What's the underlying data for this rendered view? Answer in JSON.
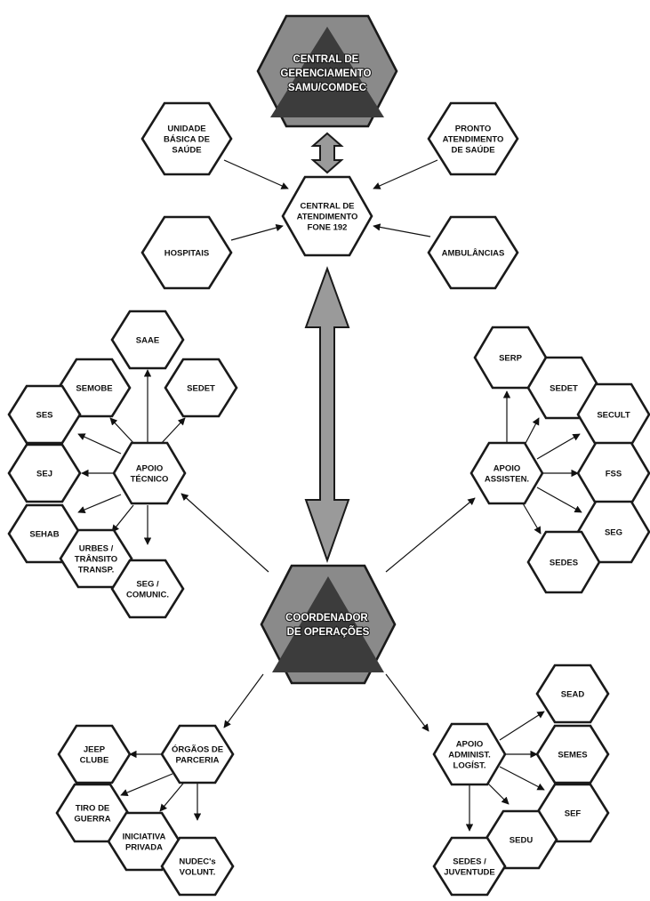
{
  "central": {
    "lines": [
      "CENTRAL DE",
      "GERENCIAMENTO",
      "SAMU/COMDEC"
    ]
  },
  "atendimento": {
    "lines": [
      "CENTRAL DE",
      "ATENDIMENTO",
      "FONE 192"
    ]
  },
  "coordenador": {
    "lines": [
      "COORDENADOR",
      "DE OPERAÇÕES"
    ]
  },
  "health_nodes": [
    {
      "id": "ubs",
      "lines": [
        "UNIDADE",
        "BÁSICA DE",
        "SAÚDE"
      ]
    },
    {
      "id": "pas",
      "lines": [
        "PRONTO",
        "ATENDIMENTO",
        "DE SAÚDE"
      ]
    },
    {
      "id": "hospitais",
      "lines": [
        "HOSPITAIS"
      ]
    },
    {
      "id": "ambulancias",
      "lines": [
        "AMBULÂNCIAS"
      ]
    }
  ],
  "apoio_tecnico": {
    "hub": [
      "APOIO",
      "TÉCNICO"
    ],
    "nodes": [
      {
        "id": "saae",
        "lines": [
          "SAAE"
        ]
      },
      {
        "id": "semobe",
        "lines": [
          "SEMOBE"
        ]
      },
      {
        "id": "sedet",
        "lines": [
          "SEDET"
        ]
      },
      {
        "id": "ses",
        "lines": [
          "SES"
        ]
      },
      {
        "id": "sej",
        "lines": [
          "SEJ"
        ]
      },
      {
        "id": "sehab",
        "lines": [
          "SEHAB"
        ]
      },
      {
        "id": "urbes",
        "lines": [
          "URBES /",
          "TRÂNSITO",
          "TRANSP."
        ]
      },
      {
        "id": "segcom",
        "lines": [
          "SEG /",
          "COMUNIC."
        ]
      }
    ]
  },
  "apoio_assist": {
    "hub": [
      "APOIO",
      "ASSISTEN."
    ],
    "nodes": [
      {
        "id": "serp",
        "lines": [
          "SERP"
        ]
      },
      {
        "id": "sedet2",
        "lines": [
          "SEDET"
        ]
      },
      {
        "id": "secult",
        "lines": [
          "SECULT"
        ]
      },
      {
        "id": "fss",
        "lines": [
          "FSS"
        ]
      },
      {
        "id": "seg",
        "lines": [
          "SEG"
        ]
      },
      {
        "id": "sedes",
        "lines": [
          "SEDES"
        ]
      }
    ]
  },
  "orgaos": {
    "hub": [
      "ÓRGÃOS DE",
      "PARCERIA"
    ],
    "nodes": [
      {
        "id": "jeep",
        "lines": [
          "JEEP",
          "CLUBE"
        ]
      },
      {
        "id": "tiro",
        "lines": [
          "TIRO DE",
          "GUERRA"
        ]
      },
      {
        "id": "iniciativa",
        "lines": [
          "INICIATIVA",
          "PRIVADA"
        ]
      },
      {
        "id": "nudec",
        "lines": [
          "NUDEC's",
          "VOLUNT."
        ]
      }
    ]
  },
  "apoio_admin": {
    "hub": [
      "APOIO",
      "ADMINIST.",
      "LOGÍST."
    ],
    "nodes": [
      {
        "id": "sead",
        "lines": [
          "SEAD"
        ]
      },
      {
        "id": "semes",
        "lines": [
          "SEMES"
        ]
      },
      {
        "id": "sef",
        "lines": [
          "SEF"
        ]
      },
      {
        "id": "sedu",
        "lines": [
          "SEDU"
        ]
      },
      {
        "id": "sedesjuv",
        "lines": [
          "SEDES /",
          "JUVENTUDE"
        ]
      }
    ]
  }
}
